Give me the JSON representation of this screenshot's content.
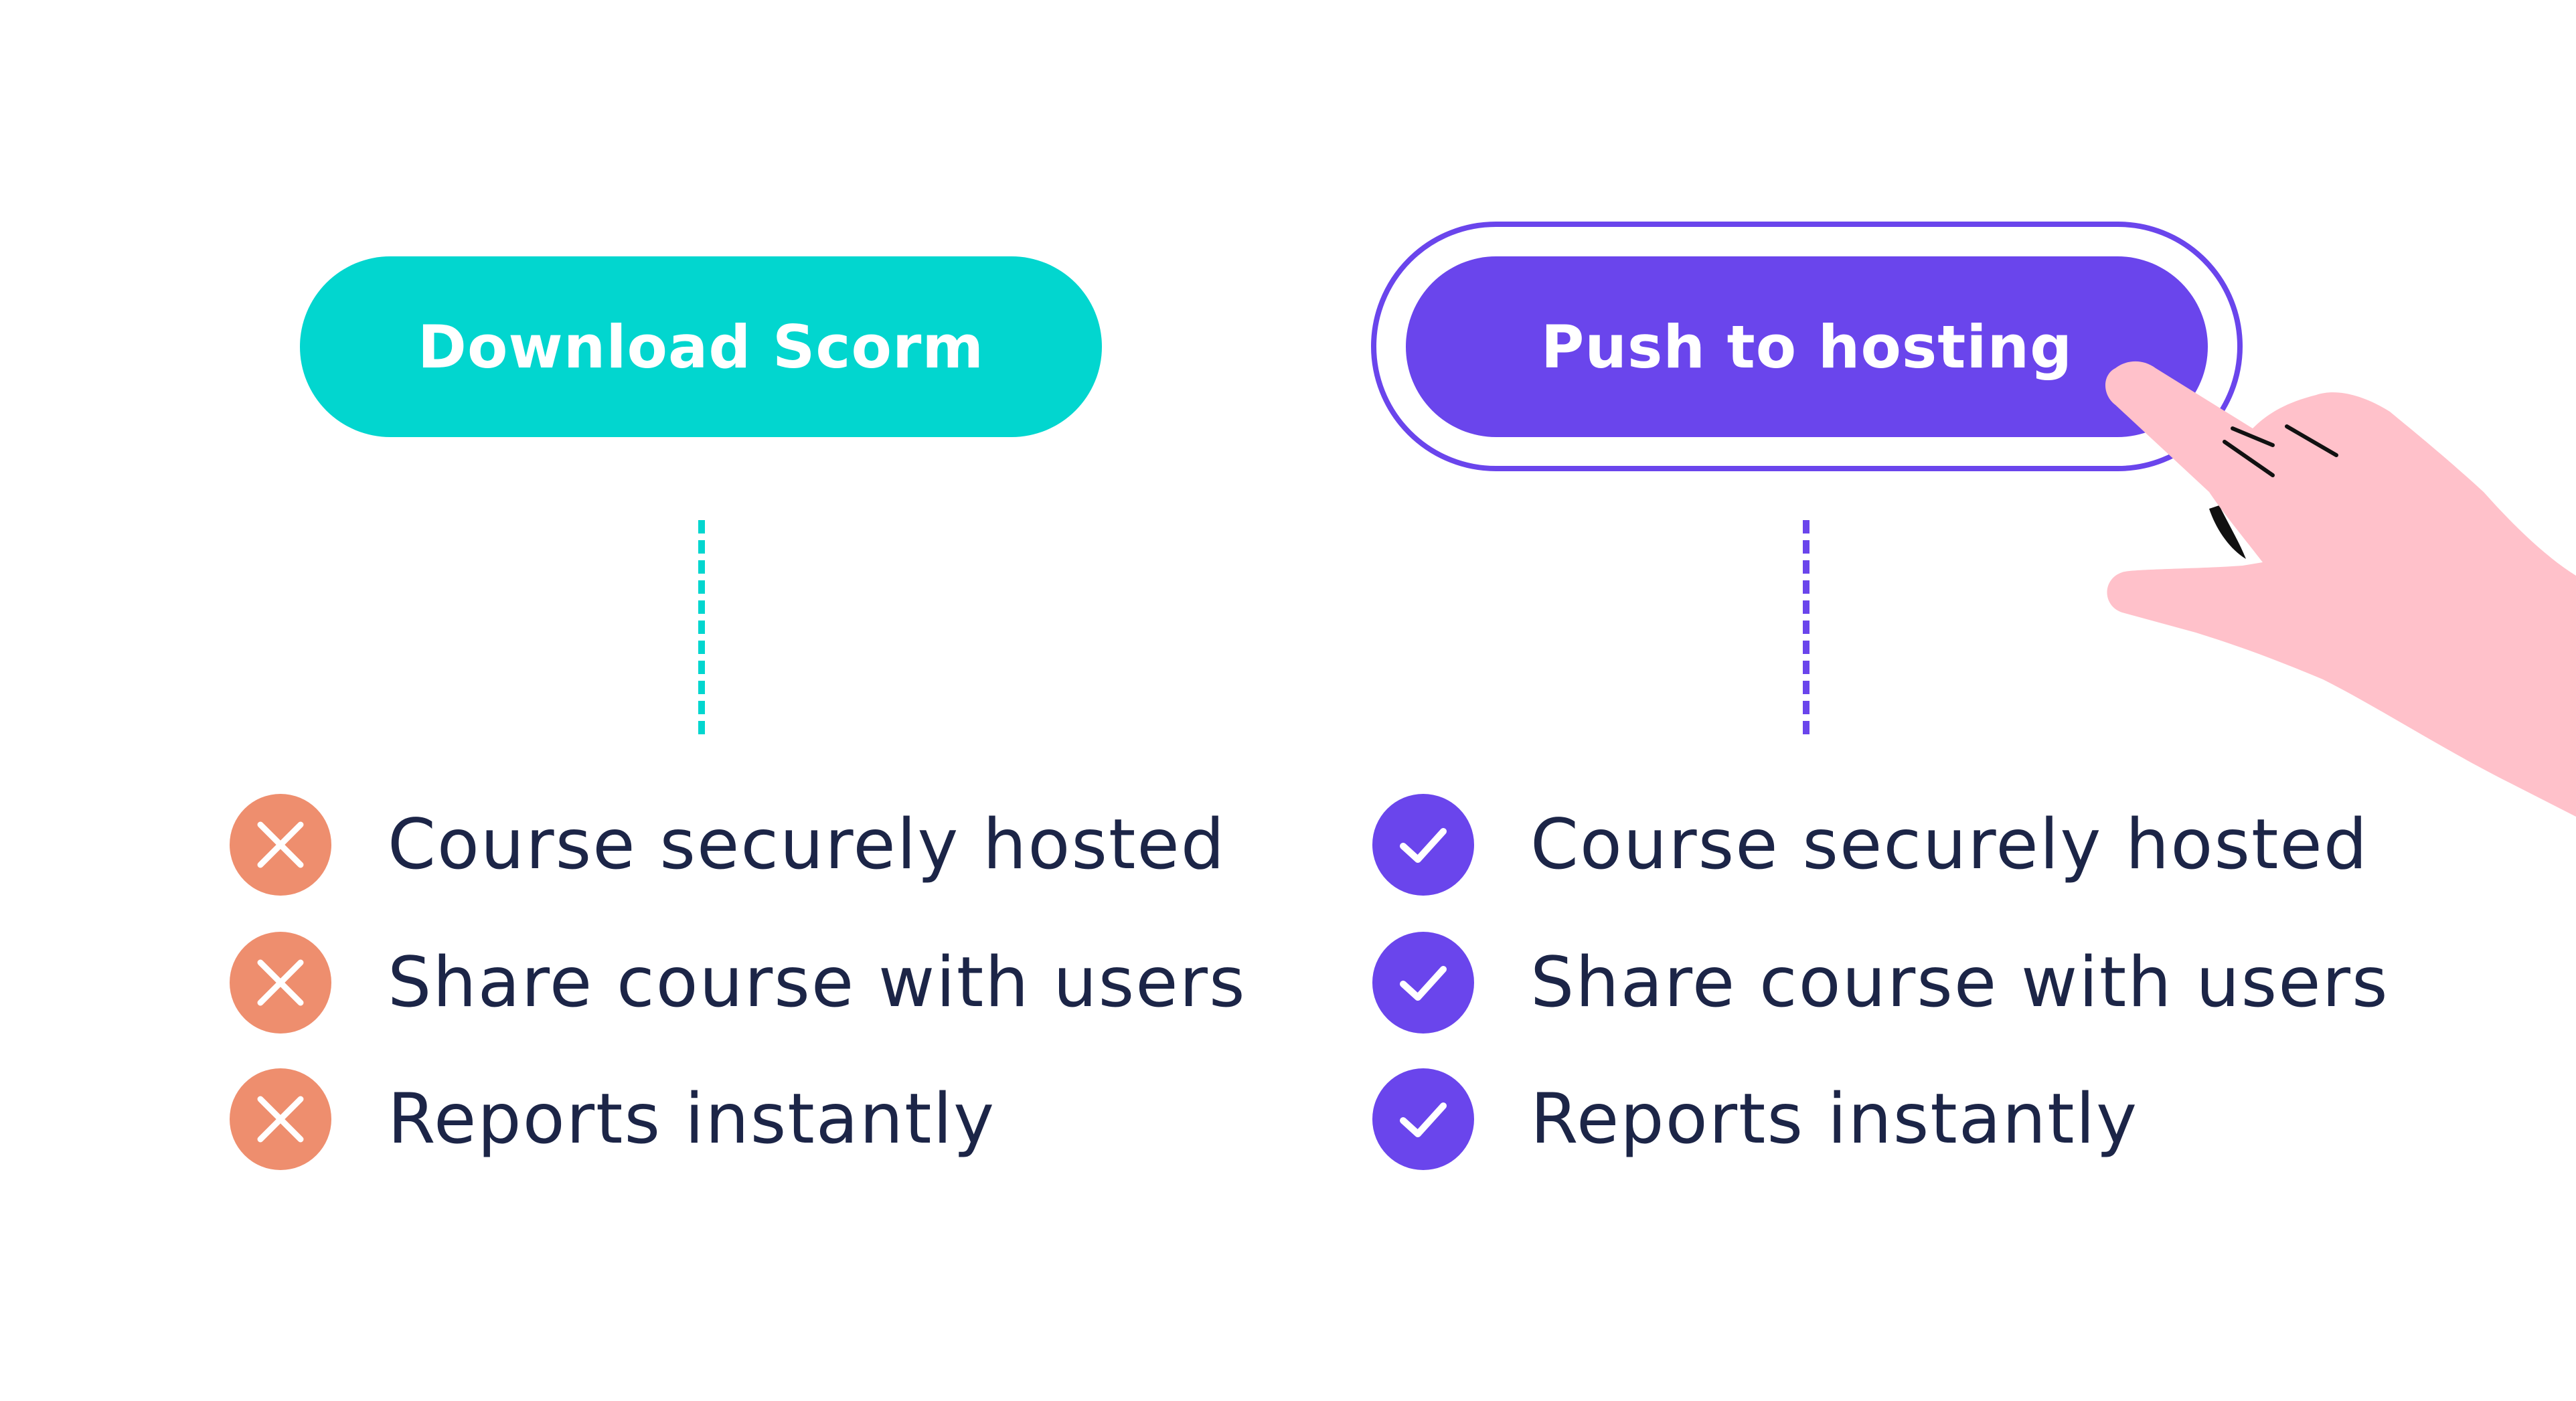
{
  "colors": {
    "teal": "#02D6CF",
    "purple": "#6A45EC",
    "orange": "#EE8E6E",
    "text": "#1C2547",
    "hand": "#FFC1CA"
  },
  "left": {
    "button_label": "Download Scorm",
    "items": [
      {
        "label": "Course securely hosted",
        "icon": "cross-icon"
      },
      {
        "label": "Share course with users",
        "icon": "cross-icon"
      },
      {
        "label": "Reports instantly",
        "icon": "cross-icon"
      }
    ]
  },
  "right": {
    "button_label": "Push to hosting",
    "items": [
      {
        "label": "Course securely hosted",
        "icon": "check-icon"
      },
      {
        "label": "Share course with users",
        "icon": "check-icon"
      },
      {
        "label": "Reports instantly",
        "icon": "check-icon"
      }
    ]
  }
}
